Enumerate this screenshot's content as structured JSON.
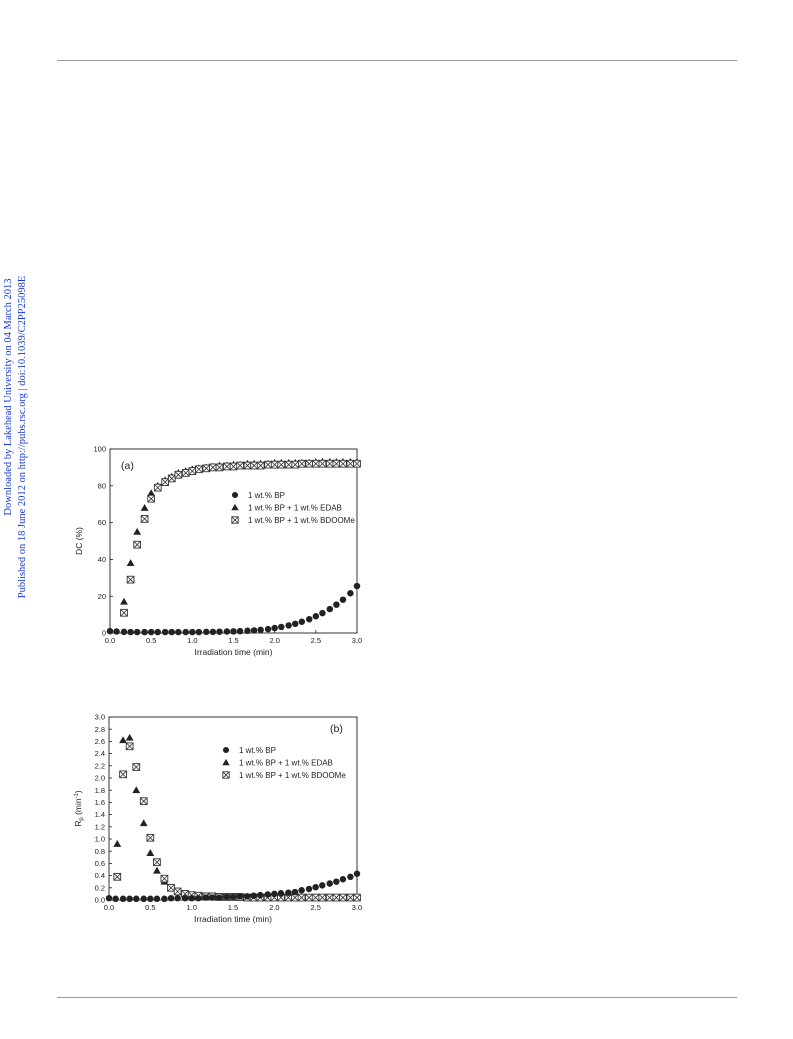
{
  "page": {
    "watermark_line1": "Downloaded by Lakehead University on 04 March 2013",
    "watermark_line2": "Published on 18 June 2012 on http://pubs.rsc.org | doi:10.1039/C2PP25098E"
  },
  "chart_data": [
    {
      "type": "scatter",
      "panel_label": "(a)",
      "xlabel": "Irradiation time (min)",
      "ylabel": "DC (%)",
      "xlim": [
        0.0,
        3.0
      ],
      "ylim": [
        0,
        100
      ],
      "xticks": [
        "0.0",
        "0.5",
        "1.0",
        "1.5",
        "2.0",
        "2.5",
        "3.0"
      ],
      "yticks": [
        "0",
        "20",
        "40",
        "60",
        "80",
        "100"
      ],
      "legend_position": "center-right",
      "series": [
        {
          "name": "1 wt.% BP",
          "marker": "circle",
          "x": [
            0.0,
            0.08,
            0.17,
            0.25,
            0.33,
            0.42,
            0.5,
            0.58,
            0.67,
            0.75,
            0.83,
            0.92,
            1.0,
            1.08,
            1.17,
            1.25,
            1.33,
            1.42,
            1.5,
            1.58,
            1.67,
            1.75,
            1.83,
            1.92,
            2.0,
            2.08,
            2.17,
            2.25,
            2.33,
            2.42,
            2.5,
            2.58,
            2.67,
            2.75,
            2.83,
            2.92,
            3.0
          ],
          "y": [
            1.0,
            0.8,
            0.6,
            0.5,
            0.5,
            0.5,
            0.5,
            0.5,
            0.5,
            0.5,
            0.5,
            0.5,
            0.5,
            0.5,
            0.6,
            0.6,
            0.7,
            0.8,
            0.9,
            1.0,
            1.2,
            1.4,
            1.7,
            2.1,
            2.7,
            3.3,
            4.1,
            5.0,
            6.1,
            7.5,
            9.1,
            10.8,
            13.0,
            15.4,
            18.1,
            21.6,
            25.5
          ]
        },
        {
          "name": "1 wt.% BP + 1 wt.% EDAB",
          "marker": "triangle",
          "x": [
            0.17,
            0.25,
            0.33,
            0.42,
            0.5,
            0.58,
            0.67,
            0.75,
            0.83,
            0.92,
            1.0,
            1.08,
            1.17,
            1.25,
            1.33,
            1.42,
            1.5,
            1.58,
            1.67,
            1.75,
            1.83,
            1.92,
            2.0,
            2.08,
            2.17,
            2.25,
            2.33,
            2.42,
            2.5,
            2.58,
            2.67,
            2.75,
            2.83,
            2.92,
            3.0
          ],
          "y": [
            17,
            38,
            55,
            68,
            76,
            80,
            83,
            85,
            87,
            88,
            89,
            89.5,
            90,
            90.5,
            91,
            91,
            91.5,
            91.5,
            92,
            92,
            92,
            92,
            92.5,
            92.5,
            92.5,
            92.5,
            92.5,
            92.5,
            93,
            93,
            93,
            93,
            93,
            93,
            93
          ]
        },
        {
          "name": "1 wt.% BP + 1 wt.% BDOOMe",
          "marker": "crossed-square",
          "x": [
            0.17,
            0.25,
            0.33,
            0.42,
            0.5,
            0.58,
            0.67,
            0.75,
            0.83,
            0.92,
            1.0,
            1.08,
            1.17,
            1.25,
            1.33,
            1.42,
            1.5,
            1.58,
            1.67,
            1.75,
            1.83,
            1.92,
            2.0,
            2.08,
            2.17,
            2.25,
            2.33,
            2.42,
            2.5,
            2.58,
            2.67,
            2.75,
            2.83,
            2.92,
            3.0
          ],
          "y": [
            11,
            29,
            48,
            62,
            73,
            79,
            82,
            84,
            86,
            87,
            88,
            89,
            89.5,
            90,
            90,
            90.5,
            90.5,
            91,
            91,
            91,
            91,
            91.5,
            91.5,
            91.5,
            91.5,
            91.5,
            92,
            92,
            92,
            92,
            92,
            92,
            92,
            92,
            92
          ]
        }
      ]
    },
    {
      "type": "scatter",
      "panel_label": "(b)",
      "xlabel": "Irradiation time (min)",
      "ylabel": "R",
      "ylabel_sub": "p",
      "ylabel_unit_open": " (min",
      "ylabel_sup": "-1",
      "ylabel_unit_close": ")",
      "xlim": [
        0.0,
        3.0
      ],
      "ylim": [
        0.0,
        3.0
      ],
      "xticks": [
        "0.0",
        "0.5",
        "1.0",
        "1.5",
        "2.0",
        "2.5",
        "3.0"
      ],
      "yticks": [
        "0.0",
        "0.2",
        "0.4",
        "0.6",
        "0.8",
        "1.0",
        "1.2",
        "1.4",
        "1.6",
        "1.8",
        "2.0",
        "2.2",
        "2.4",
        "2.6",
        "2.8",
        "3.0"
      ],
      "legend_position": "center-right",
      "series": [
        {
          "name": "1 wt.% BP",
          "marker": "circle",
          "x": [
            0.0,
            0.08,
            0.17,
            0.25,
            0.33,
            0.42,
            0.5,
            0.58,
            0.67,
            0.75,
            0.83,
            0.92,
            1.0,
            1.08,
            1.17,
            1.25,
            1.33,
            1.42,
            1.5,
            1.58,
            1.67,
            1.75,
            1.83,
            1.92,
            2.0,
            2.08,
            2.17,
            2.25,
            2.33,
            2.42,
            2.5,
            2.58,
            2.67,
            2.75,
            2.83,
            2.92,
            3.0
          ],
          "y": [
            0.03,
            0.02,
            0.02,
            0.02,
            0.02,
            0.02,
            0.02,
            0.02,
            0.02,
            0.03,
            0.03,
            0.03,
            0.03,
            0.03,
            0.04,
            0.04,
            0.04,
            0.05,
            0.05,
            0.06,
            0.06,
            0.07,
            0.08,
            0.09,
            0.1,
            0.11,
            0.12,
            0.13,
            0.16,
            0.18,
            0.21,
            0.24,
            0.27,
            0.3,
            0.34,
            0.38,
            0.43
          ]
        },
        {
          "name": "1 wt.% BP + 1 wt.% EDAB",
          "marker": "triangle",
          "x": [
            0.1,
            0.17,
            0.25,
            0.33,
            0.42,
            0.5,
            0.58,
            0.67,
            0.75,
            0.83,
            0.92,
            1.0,
            1.08,
            1.17,
            1.25,
            1.33,
            1.42,
            1.5,
            1.58,
            1.67,
            1.75,
            1.83,
            1.92,
            2.0,
            2.08,
            2.17,
            2.25,
            2.33,
            2.42,
            2.5,
            2.58,
            2.67,
            2.75,
            2.83,
            2.92,
            3.0
          ],
          "y": [
            0.92,
            2.62,
            2.66,
            1.8,
            1.26,
            0.77,
            0.48,
            0.3,
            0.2,
            0.13,
            0.1,
            0.08,
            0.07,
            0.06,
            0.06,
            0.05,
            0.05,
            0.05,
            0.05,
            0.05,
            0.04,
            0.04,
            0.04,
            0.04,
            0.04,
            0.04,
            0.04,
            0.04,
            0.04,
            0.04,
            0.04,
            0.04,
            0.04,
            0.04,
            0.04,
            0.04
          ]
        },
        {
          "name": "1 wt.% BP + 1 wt.% BDOOMe",
          "marker": "crossed-square",
          "x": [
            0.1,
            0.17,
            0.25,
            0.33,
            0.42,
            0.5,
            0.58,
            0.67,
            0.75,
            0.83,
            0.92,
            1.0,
            1.08,
            1.17,
            1.25,
            1.33,
            1.42,
            1.5,
            1.58,
            1.67,
            1.75,
            1.83,
            1.92,
            2.0,
            2.08,
            2.17,
            2.25,
            2.33,
            2.42,
            2.5,
            2.58,
            2.67,
            2.75,
            2.83,
            2.92,
            3.0
          ],
          "y": [
            0.38,
            2.06,
            2.52,
            2.18,
            1.62,
            1.02,
            0.62,
            0.35,
            0.2,
            0.14,
            0.1,
            0.08,
            0.07,
            0.06,
            0.06,
            0.05,
            0.05,
            0.05,
            0.05,
            0.04,
            0.04,
            0.04,
            0.04,
            0.04,
            0.04,
            0.04,
            0.04,
            0.04,
            0.04,
            0.04,
            0.04,
            0.04,
            0.04,
            0.04,
            0.04,
            0.04
          ]
        }
      ]
    }
  ]
}
